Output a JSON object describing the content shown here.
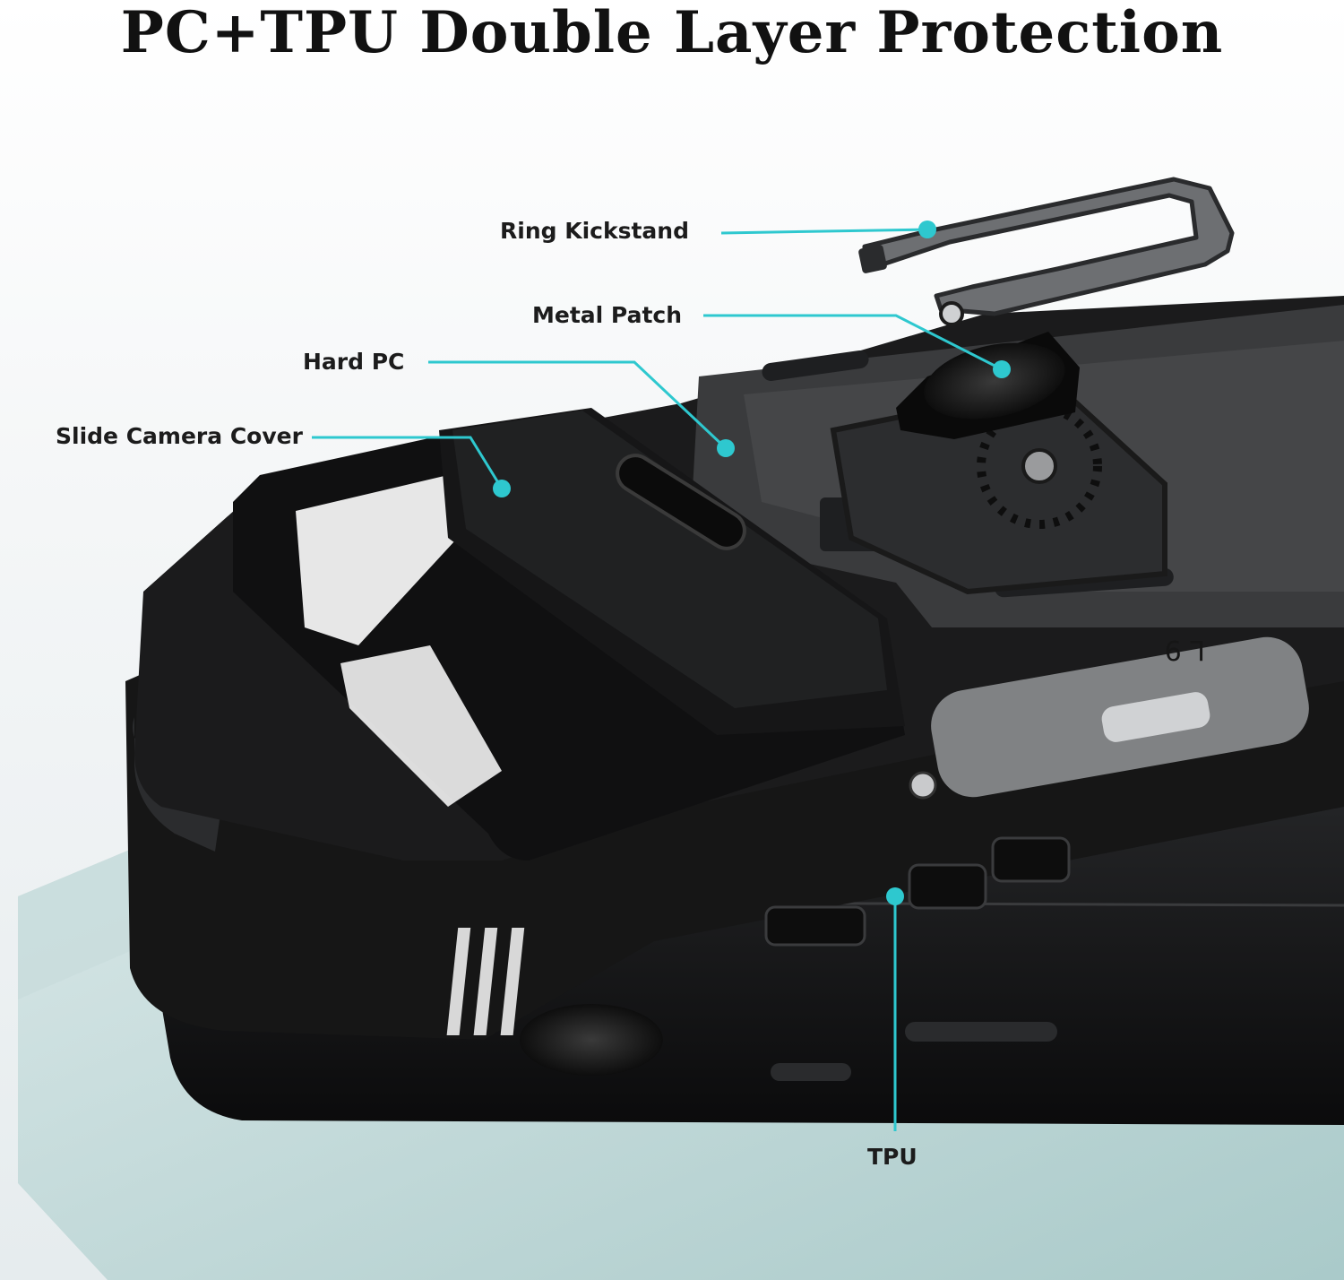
{
  "title": "PC+TPU Double Layer Protection",
  "callouts": {
    "ring_kickstand": "Ring Kickstand",
    "metal_patch": "Metal Patch",
    "hard_pc": "Hard PC",
    "slide_camera_cover": "Slide Camera Cover",
    "tpu": "TPU"
  },
  "case_marking": "L 9",
  "colors": {
    "accent_teal": "#2ec8cf",
    "case_black": "#141414",
    "kickstand_metal": "#6d6f72"
  }
}
